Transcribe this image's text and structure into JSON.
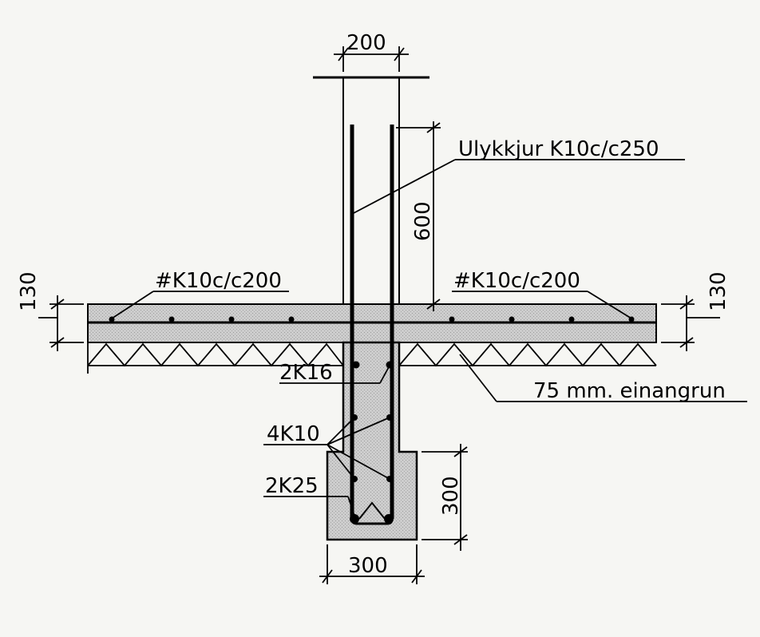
{
  "labels": {
    "dim_wall_width": "200",
    "stirrups": "Ulykkjur K10c/c250",
    "dim_bar_extension": "600",
    "mesh_left": "#K10c/c200",
    "mesh_right": "#K10c/c200",
    "dim_slab_left": "130",
    "dim_slab_right": "130",
    "top_bars": "2K16",
    "insulation": "75 mm. einangrun",
    "middle_bars": "4K10",
    "bottom_bars": "2K25",
    "dim_footing_height": "300",
    "dim_footing_width": "300"
  },
  "colors": {
    "line": "#000000",
    "concrete": "#c9c9c9",
    "paper": "#f6f6f3"
  }
}
